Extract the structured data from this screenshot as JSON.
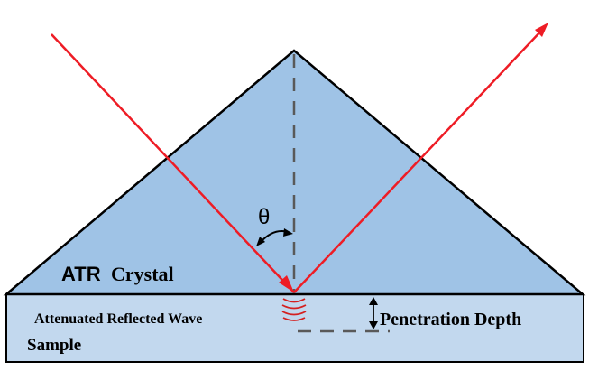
{
  "labels": {
    "atr": "ATR",
    "crystal": "Crystal",
    "theta": "θ",
    "attenuated_wave": "Attenuated Reflected Wave",
    "penetration_depth": "Penetration Depth",
    "sample": "Sample"
  },
  "colors": {
    "crystal_fill": "#9fc3e6",
    "sample_fill": "#c2d8ee",
    "beam": "#ee1c25",
    "outline": "#000000",
    "dashed_line": "#595959"
  }
}
